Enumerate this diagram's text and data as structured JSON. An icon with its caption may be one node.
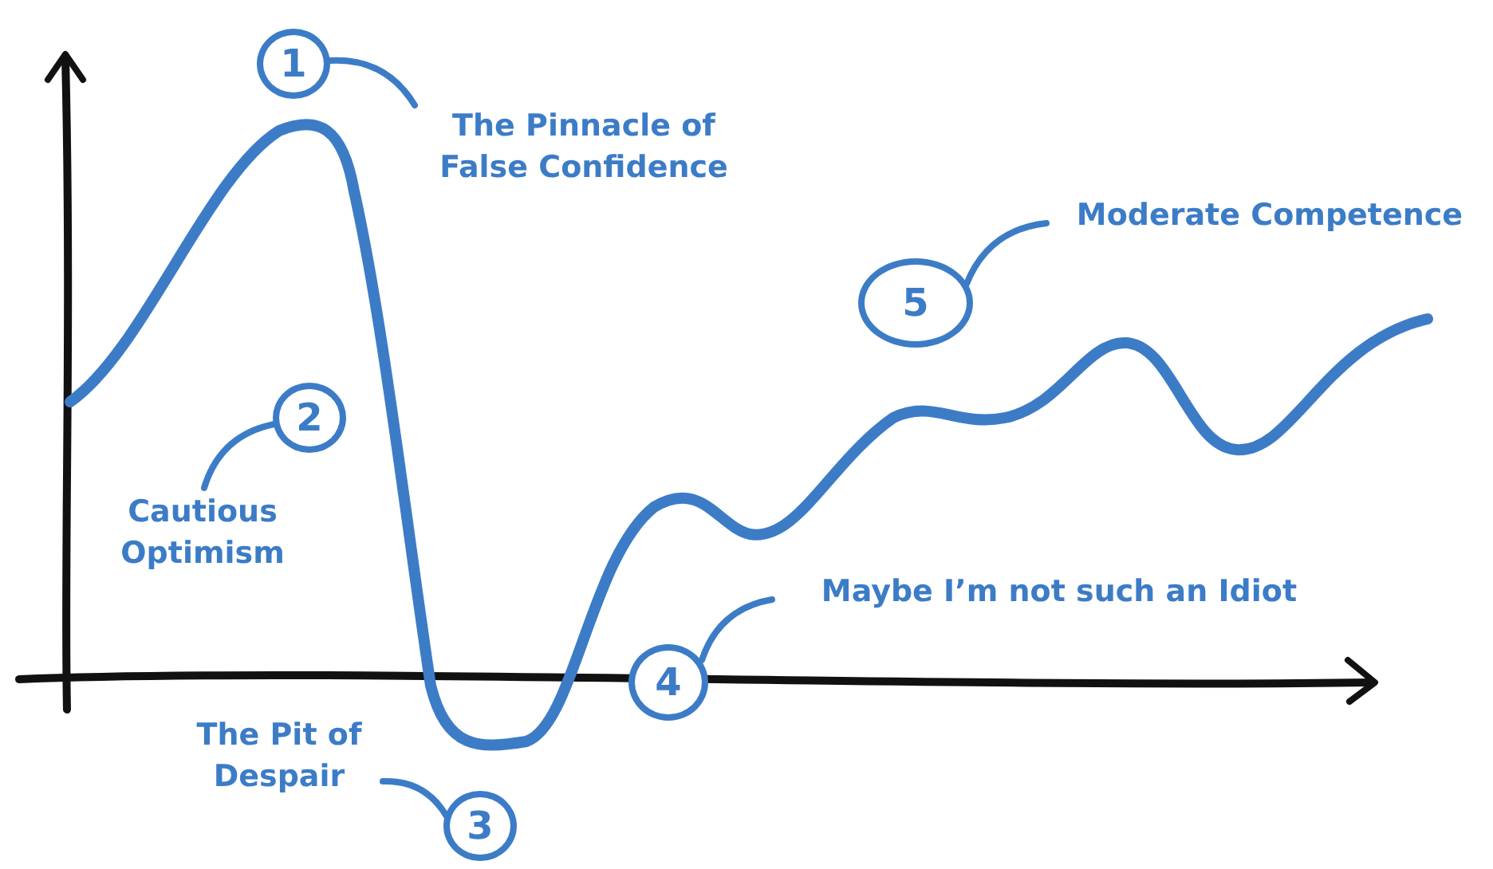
{
  "diagram": {
    "nodes": [
      {
        "text": [
          "1"
        ]
      },
      {
        "text": [
          "The Pinnacle of False Confidence"
        ]
      },
      {
        "text": [
          "2"
        ]
      },
      {
        "text": [
          "Cautious Optimism"
        ]
      },
      {
        "text": [
          "The Pit of Despair"
        ]
      },
      {
        "text": [
          "3"
        ]
      },
      {
        "text": [
          "4"
        ]
      },
      {
        "text": [
          "Maybe I’m not such an Idiot"
        ]
      },
      {
        "text": [
          "5"
        ]
      },
      {
        "text": [
          "Moderate Competence"
        ]
      }
    ],
    "edges": [
      {
        "from": 0,
        "to": 1,
        "arrow": "none"
      },
      {
        "from": 2,
        "to": 3,
        "arrow": "none"
      },
      {
        "from": 5,
        "to": 4,
        "arrow": "none"
      },
      {
        "from": 6,
        "to": 7,
        "arrow": "none"
      },
      {
        "from": 8,
        "to": 9,
        "arrow": "none"
      }
    ]
  }
}
